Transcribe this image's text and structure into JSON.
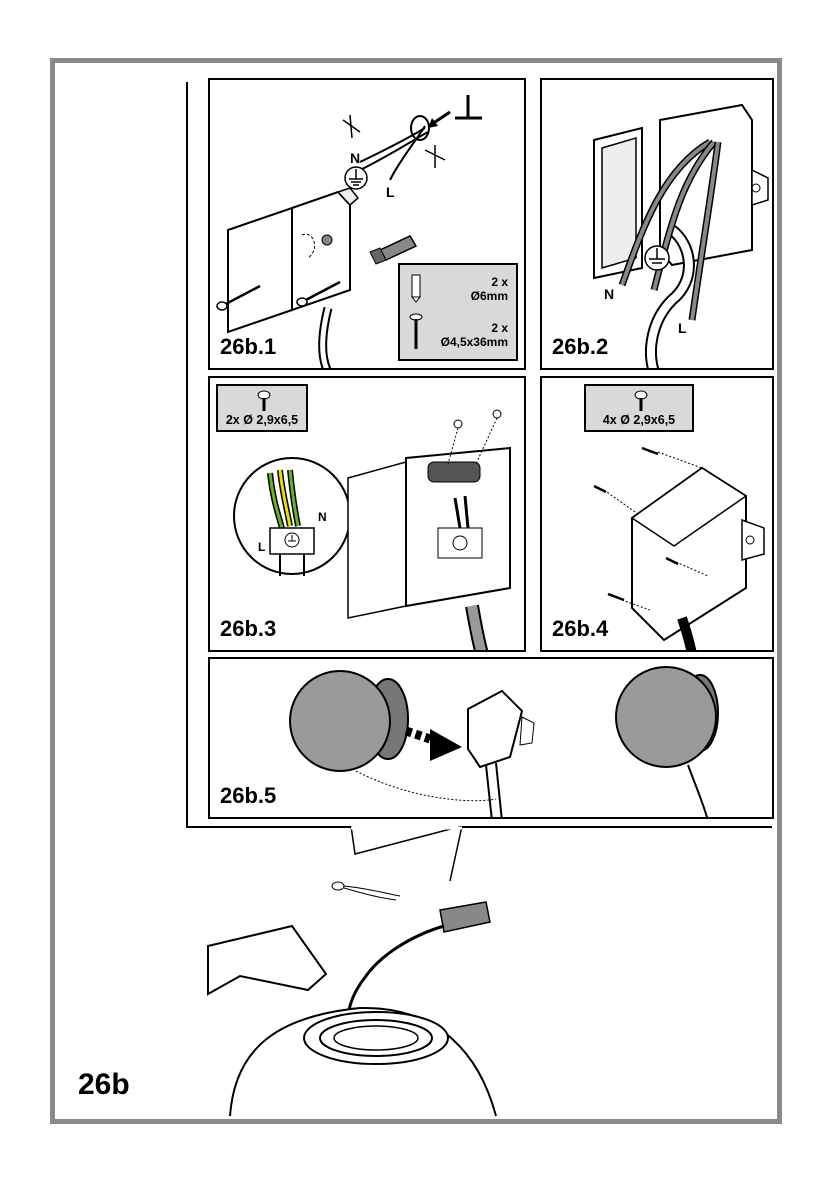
{
  "figure_label": "26b",
  "panels": {
    "p1": {
      "label": "26b.1",
      "wire_labels": {
        "neutral": "N",
        "live": "L"
      },
      "callout": {
        "plug_qty": "2 x",
        "plug_size": "Ø6mm",
        "screw_qty": "2 x",
        "screw_size": "Ø4,5x36mm"
      }
    },
    "p2": {
      "label": "26b.2",
      "wire_labels": {
        "neutral": "N",
        "live": "L"
      }
    },
    "p3": {
      "label": "26b.3",
      "screw_spec": "2x Ø 2,9x6,5",
      "terminal_labels": {
        "neutral": "N",
        "live": "L"
      }
    },
    "p4": {
      "label": "26b.4",
      "screw_spec": "4x Ø 2,9x6,5"
    },
    "p5": {
      "label": "26b.5"
    }
  },
  "icons": [
    "wall-plug-icon",
    "screw-icon",
    "earth-ground-icon",
    "scissors-cut-icon",
    "push-arrow-icon"
  ],
  "colors": {
    "frame": "#8a8a8a",
    "callout_bg": "#d9d9d9",
    "wire_earth_green": "#6ab023",
    "wire_earth_yellow": "#e8e000",
    "motor_grey": "#9a9a9a"
  }
}
